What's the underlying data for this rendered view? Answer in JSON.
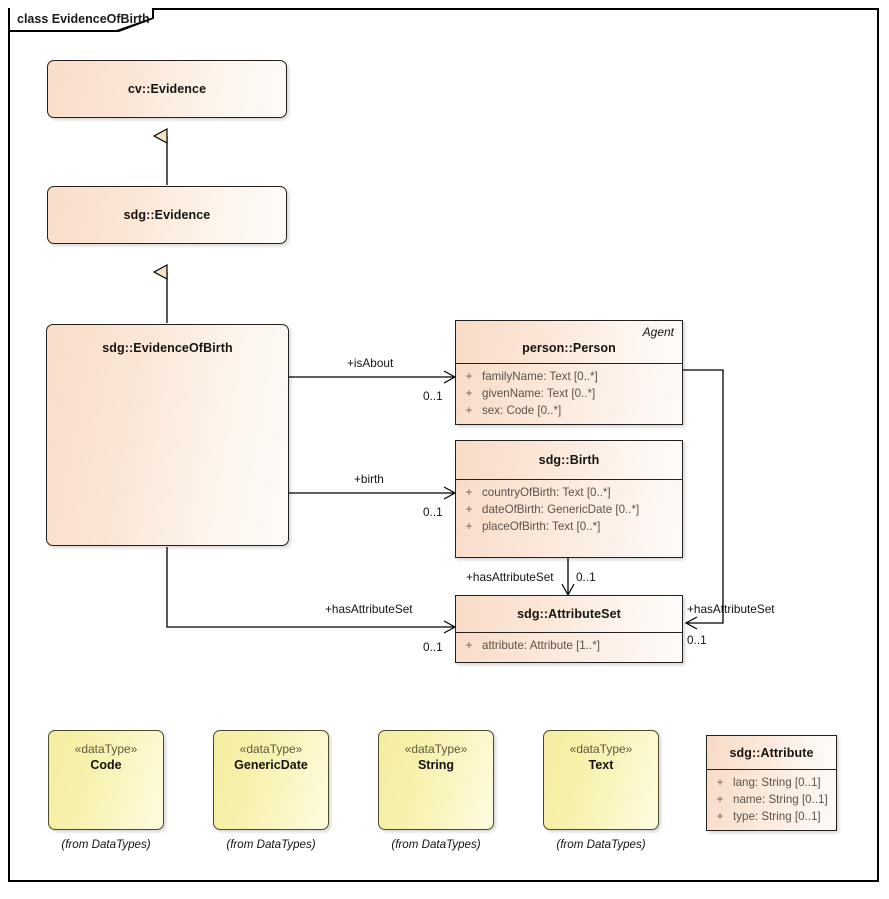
{
  "diagram": {
    "frame_label": "class EvidenceOfBirth",
    "kind": "uml-class-diagram"
  },
  "classes": {
    "cv_evidence": {
      "name": "cv::Evidence"
    },
    "sdg_evidence": {
      "name": "sdg::Evidence"
    },
    "sdg_evidenceofbirth": {
      "name": "sdg::EvidenceOfBirth"
    },
    "person_person": {
      "name": "person::Person",
      "corner_stereotype": "Agent",
      "attributes": [
        {
          "visibility": "+",
          "text": "familyName: Text [0..*]"
        },
        {
          "visibility": "+",
          "text": "givenName: Text [0..*]"
        },
        {
          "visibility": "+",
          "text": "sex: Code [0..*]"
        }
      ]
    },
    "sdg_birth": {
      "name": "sdg::Birth",
      "attributes": [
        {
          "visibility": "+",
          "text": "countryOfBirth: Text [0..*]"
        },
        {
          "visibility": "+",
          "text": "dateOfBirth: GenericDate [0..*]"
        },
        {
          "visibility": "+",
          "text": "placeOfBirth: Text [0..*]"
        }
      ]
    },
    "sdg_attributeset": {
      "name": "sdg::AttributeSet",
      "attributes": [
        {
          "visibility": "+",
          "text": "attribute: Attribute [1..*]"
        }
      ]
    },
    "sdg_attribute": {
      "name": "sdg::Attribute",
      "attributes": [
        {
          "visibility": "+",
          "text": "lang: String [0..1]"
        },
        {
          "visibility": "+",
          "text": "name: String [0..1]"
        },
        {
          "visibility": "+",
          "text": "type: String [0..1]"
        }
      ]
    }
  },
  "datatypes": [
    {
      "stereotype": "«dataType»",
      "name": "Code",
      "from": "(from DataTypes)"
    },
    {
      "stereotype": "«dataType»",
      "name": "GenericDate",
      "from": "(from DataTypes)"
    },
    {
      "stereotype": "«dataType»",
      "name": "String",
      "from": "(from DataTypes)"
    },
    {
      "stereotype": "«dataType»",
      "name": "Text",
      "from": "(from DataTypes)"
    }
  ],
  "relationships": {
    "gen_cv_from_sdg": {
      "type": "generalization",
      "from": "sdg::Evidence",
      "to": "cv::Evidence"
    },
    "gen_sdg_from_eob": {
      "type": "generalization",
      "from": "sdg::EvidenceOfBirth",
      "to": "sdg::Evidence"
    },
    "eob_isabout_person": {
      "type": "association",
      "role": "+isAbout",
      "multiplicity": "0..1",
      "from": "sdg::EvidenceOfBirth",
      "to": "person::Person"
    },
    "eob_birth": {
      "type": "association",
      "role": "+birth",
      "multiplicity": "0..1",
      "from": "sdg::EvidenceOfBirth",
      "to": "sdg::Birth"
    },
    "eob_hasattributeset": {
      "type": "association",
      "role": "+hasAttributeSet",
      "multiplicity": "0..1",
      "from": "sdg::EvidenceOfBirth",
      "to": "sdg::AttributeSet"
    },
    "birth_hasattributeset": {
      "type": "association",
      "role": "+hasAttributeSet",
      "multiplicity": "0..1",
      "from": "sdg::Birth",
      "to": "sdg::AttributeSet"
    },
    "person_hasattributeset": {
      "type": "association",
      "role": "+hasAttributeSet",
      "multiplicity": "0..1",
      "from": "person::Person",
      "to": "sdg::AttributeSet"
    }
  },
  "colors": {
    "class_fill_light": "#fdf4ec",
    "class_fill_dark": "#f9ddc9",
    "datatype_fill": "#f7f0aa",
    "line": "#000000",
    "text": "#16130f",
    "attr_text": "#5c5349"
  }
}
